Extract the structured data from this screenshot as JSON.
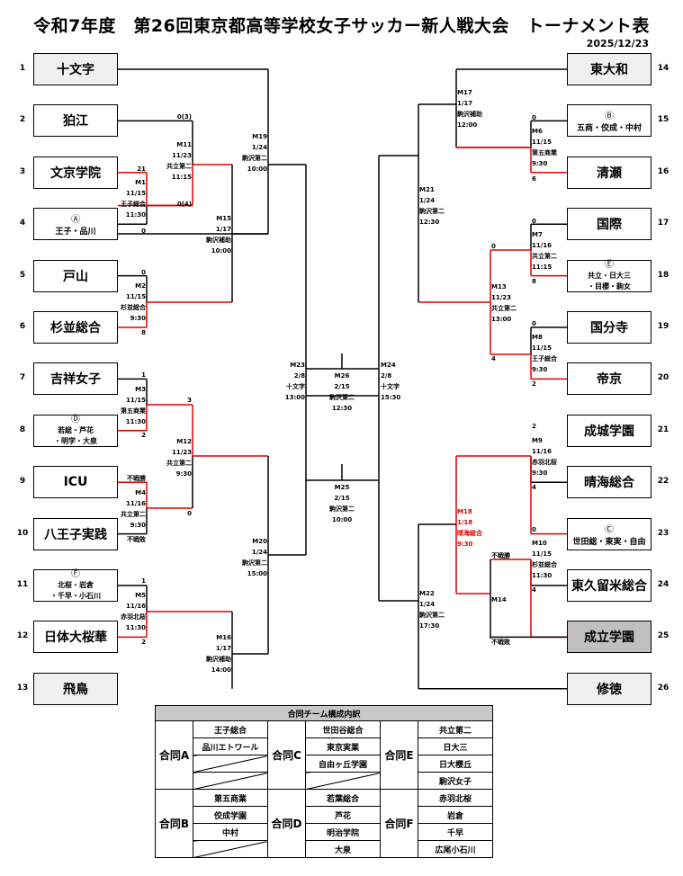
{
  "title": "令和7年度　第26回東京都高等学校女子サッカー新人戦大会　トーナメント表",
  "date": "2025/12/23",
  "colors": {
    "winner_line": "#e00000",
    "seed_fill": "#f0f0f0",
    "bye_fill": "#c0c0c0",
    "header_fill": "#c8c8c8"
  },
  "teams": [
    {
      "no": "1",
      "name": "十文字"
    },
    {
      "no": "2",
      "name": "狛江"
    },
    {
      "no": "3",
      "name": "文京学院"
    },
    {
      "no": "4",
      "badge": "Ⓐ",
      "name": "王子・品川"
    },
    {
      "no": "5",
      "name": "戸山"
    },
    {
      "no": "6",
      "name": "杉並総合"
    },
    {
      "no": "7",
      "name": "吉祥女子"
    },
    {
      "no": "8",
      "badge": "Ⓓ",
      "name": "若総・芦花",
      "name2": "・明学・大泉"
    },
    {
      "no": "9",
      "name": "ICU"
    },
    {
      "no": "10",
      "name": "八王子実践"
    },
    {
      "no": "11",
      "badge": "Ⓕ",
      "name": "北桜・岩倉",
      "name2": "・千早・小石川"
    },
    {
      "no": "12",
      "name": "日体大桜華"
    },
    {
      "no": "13",
      "name": "飛鳥"
    },
    {
      "no": "14",
      "name": "東大和"
    },
    {
      "no": "15",
      "badge": "Ⓑ",
      "name": "五商・佼成・中村"
    },
    {
      "no": "16",
      "name": "清瀬"
    },
    {
      "no": "17",
      "name": "国際"
    },
    {
      "no": "18",
      "badge": "Ⓔ",
      "name": "共立・日大三",
      "name2": "・目櫻・駒女"
    },
    {
      "no": "19",
      "name": "国分寺"
    },
    {
      "no": "20",
      "name": "帝京"
    },
    {
      "no": "21",
      "name": "成城学園"
    },
    {
      "no": "22",
      "name": "晴海総合"
    },
    {
      "no": "23",
      "badge": "Ⓒ",
      "name": "世田総・東実・自由"
    },
    {
      "no": "24",
      "name": "東久留米総合"
    },
    {
      "no": "25",
      "name": "成立学園"
    },
    {
      "no": "26",
      "name": "修徳"
    }
  ],
  "matches": {
    "M1": {
      "id": "M1",
      "date": "11/15",
      "venue": "王子総合",
      "time": "11:30",
      "score_top": "21",
      "score_bottom": "0"
    },
    "M2": {
      "id": "M2",
      "date": "11/15",
      "venue": "杉並総合",
      "time": "9:30",
      "score_top": "0",
      "score_bottom": "8"
    },
    "M3": {
      "id": "M3",
      "date": "11/15",
      "venue": "第五商業",
      "time": "11:30",
      "score_top": "1",
      "score_bottom": "2"
    },
    "M4": {
      "id": "M4",
      "date": "11/16",
      "venue": "共立第二",
      "time": "9:30",
      "score_top": "不戦勝",
      "score_bottom": "不戦敗"
    },
    "M5": {
      "id": "M5",
      "date": "11/16",
      "venue": "赤羽北桜",
      "time": "11:30",
      "score_top": "1",
      "score_bottom": "2"
    },
    "M6": {
      "id": "M6",
      "date": "11/15",
      "venue": "第五商業",
      "time": "9:30",
      "score_top": "0",
      "score_bottom": "6"
    },
    "M7": {
      "id": "M7",
      "date": "11/16",
      "venue": "共立第二",
      "time": "11:15",
      "score_top": "0",
      "score_bottom": "8"
    },
    "M8": {
      "id": "M8",
      "date": "11/15",
      "venue": "王子総合",
      "time": "9:30",
      "score_top": "0",
      "score_bottom": "2"
    },
    "M9": {
      "id": "M9",
      "date": "11/16",
      "venue": "赤羽北桜",
      "time": "9:30",
      "score_top": "2",
      "score_bottom": "4"
    },
    "M10": {
      "id": "M10",
      "date": "11/15",
      "venue": "杉並総合",
      "time": "11:30",
      "score_top": "0",
      "score_bottom": "4"
    },
    "M11": {
      "id": "M11",
      "date": "11/23",
      "venue": "共立第二",
      "time": "11:15",
      "score_top": "0(3)",
      "score_bottom": "0(4)"
    },
    "M12": {
      "id": "M12",
      "date": "11/23",
      "venue": "共立第二",
      "time": "9:30",
      "score_top": "3",
      "score_bottom": "0"
    },
    "M13": {
      "id": "M13",
      "date": "11/23",
      "venue": "共立第二",
      "time": "13:00",
      "score_top": "0",
      "score_bottom": "4"
    },
    "M14": {
      "id": "M14",
      "score_top": "不戦勝",
      "score_bottom": "不戦敗"
    },
    "M15": {
      "id": "M15",
      "date": "1/17",
      "venue": "駒沢補助",
      "time": "10:00"
    },
    "M16": {
      "id": "M16",
      "date": "1/17",
      "venue": "駒沢補助",
      "time": "14:00"
    },
    "M17": {
      "id": "M17",
      "date": "1/17",
      "venue": "駒沢補助",
      "time": "12:00"
    },
    "M18": {
      "id": "M18",
      "date": "1/18",
      "venue": "晴海総合",
      "time": "9:30"
    },
    "M19": {
      "id": "M19",
      "date": "1/24",
      "venue": "駒沢第二",
      "time": "10:00"
    },
    "M20": {
      "id": "M20",
      "date": "1/24",
      "venue": "駒沢第二",
      "time": "15:00"
    },
    "M21": {
      "id": "M21",
      "date": "1/24",
      "venue": "駒沢第二",
      "time": "12:30"
    },
    "M22": {
      "id": "M22",
      "date": "1/24",
      "venue": "駒沢第二",
      "time": "17:30"
    },
    "M23": {
      "id": "M23",
      "date": "2/8",
      "venue": "十文字",
      "time": "13:00"
    },
    "M24": {
      "id": "M24",
      "date": "2/8",
      "venue": "十文字",
      "time": "15:30"
    },
    "M25": {
      "id": "M25",
      "date": "2/15",
      "venue": "駒沢第二",
      "time": "10:00"
    },
    "M26": {
      "id": "M26",
      "date": "2/15",
      "venue": "駒沢第二",
      "time": "12:30"
    }
  },
  "legend": {
    "header": "合同チーム構成内訳",
    "groups": {
      "A": {
        "label": "合同A",
        "members": [
          "王子総合",
          "品川エトワール",
          "",
          ""
        ]
      },
      "B": {
        "label": "合同B",
        "members": [
          "第五商業",
          "佼成学園",
          "中村",
          ""
        ]
      },
      "C": {
        "label": "合同C",
        "members": [
          "世田谷総合",
          "東京実業",
          "自由ヶ丘学園",
          ""
        ]
      },
      "D": {
        "label": "合同D",
        "members": [
          "若葉総合",
          "芦花",
          "明治学院",
          "大泉"
        ]
      },
      "E": {
        "label": "合同E",
        "members": [
          "共立第二",
          "日大三",
          "日大櫻丘",
          "駒沢女子"
        ]
      },
      "F": {
        "label": "合同F",
        "members": [
          "赤羽北桜",
          "岩倉",
          "千早",
          "広尾小石川"
        ]
      }
    }
  }
}
